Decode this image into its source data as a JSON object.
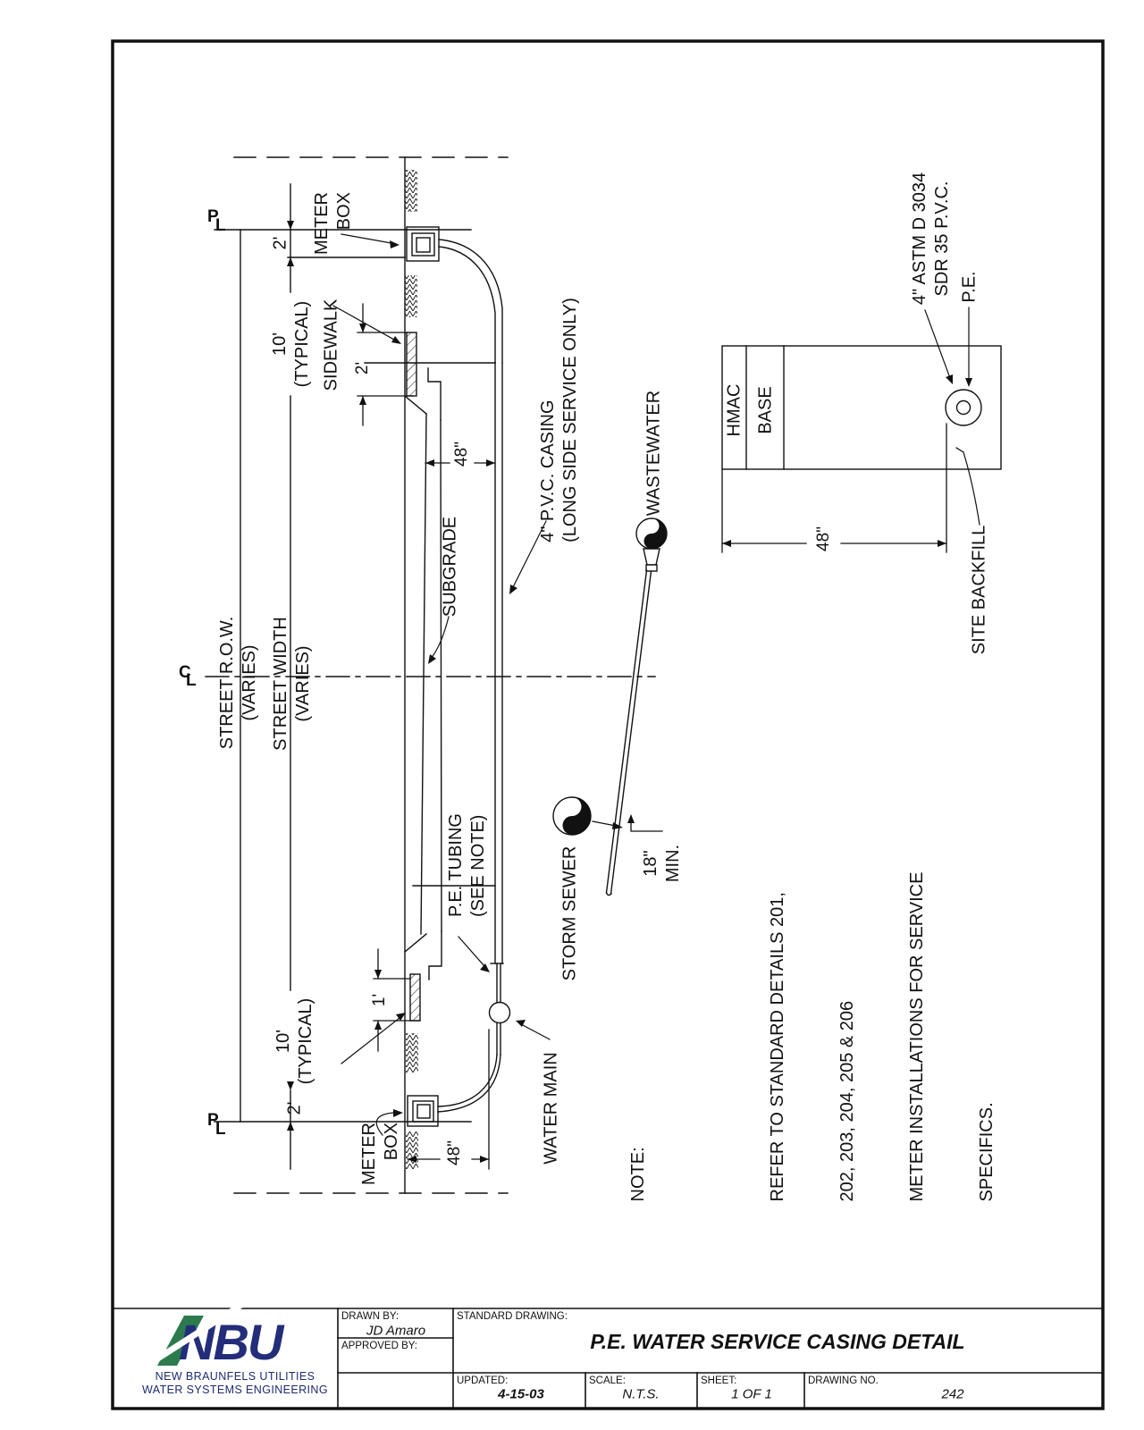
{
  "labels": {
    "pl": {
      "p": "P",
      "l": "L"
    },
    "cl": {
      "c": "C",
      "l": "L"
    },
    "meter_box": "METER\nBOX",
    "dim_2ft": "2'",
    "dim_10ft": "10'\n(TYPICAL)",
    "sidewalk": "SIDEWALK",
    "dim_48in": "48\"",
    "dim_1ft": "1'",
    "street_row": "STREET R.O.W.\n(VARIES)",
    "street_width": "STREET WIDTH\n(VARIES)",
    "subgrade": "SUBGRADE",
    "pvc_casing": "4\" P.V.C. CASING\n(LONG SIDE SERVICE ONLY)",
    "pe_tubing": "P.E. TUBING\n(SEE NOTE)",
    "wastewater": "WASTEWATER",
    "storm_sewer": "STORM SEWER",
    "min_18": "18\"\nMIN.",
    "water_main": "WATER MAIN"
  },
  "detail": {
    "hmac": "HMAC",
    "base": "BASE",
    "astm_pipe": "4\" ASTM D 3034\nSDR 35 P.V.C.",
    "pe": "P.E.",
    "dim_48in": "48\"",
    "site_backfill": "SITE BACKFILL"
  },
  "note": {
    "heading": "NOTE:",
    "lines": [
      "REFER TO STANDARD DETAILS 201,",
      "202, 203, 204, 205 & 206",
      "METER INSTALLATIONS FOR SERVICE",
      "SPECIFICS."
    ]
  },
  "title_block": {
    "drawn_by_label": "DRAWN BY:",
    "drawn_by": "JD Amaro",
    "approved_by_label": "APPROVED BY:",
    "standard_drawing_label": "STANDARD DRAWING:",
    "title": "P.E. WATER SERVICE CASING DETAIL",
    "updated_label": "UPDATED:",
    "updated": "4-15-03",
    "scale_label": "SCALE:",
    "scale": "N.T.S.",
    "sheet_label": "SHEET:",
    "sheet": "1 OF 1",
    "drawing_no_label": "DRAWING NO.",
    "drawing_no": "242"
  },
  "logo": {
    "acronym": "NBU",
    "org_line1": "NEW BRAUNFELS UTILITIES",
    "org_line2": "WATER SYSTEMS ENGINEERING",
    "navy": "#232d7a",
    "green": "#2c7a4e"
  }
}
